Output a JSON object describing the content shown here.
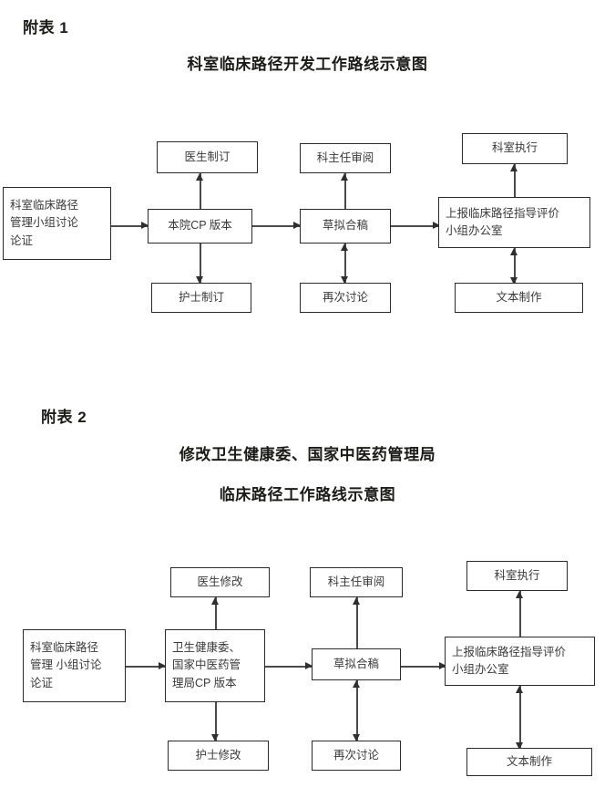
{
  "document": {
    "background_color": "#ffffff",
    "text_color": "#1b1b18",
    "box_border_color": "#2b2b2b",
    "connector_color": "#4a4a4a"
  },
  "sections": [
    {
      "appendix_label": "附表 1",
      "title_lines": [
        "科室临床路径开发工作路线示意图"
      ],
      "nodes": {
        "start": "科室临床路径\n管理小组讨论\n论证",
        "doctor": "医生制订",
        "nurse": "护士制订",
        "hospital_cp": "本院CP 版本",
        "director_review": "科主任审阅",
        "draft_merge": "草拟合稿",
        "rediscuss": "再次讨论",
        "report_office": "上报临床路径指导评价\n小组办公室",
        "dept_execute": "科室执行",
        "text_production": "文本制作"
      }
    },
    {
      "appendix_label": "附表 2",
      "title_lines": [
        "修改卫生健康委、国家中医药管理局",
        "临床路径工作路线示意图"
      ],
      "nodes": {
        "start": "科室临床路径\n管理 小组讨论\n论证",
        "doctor": "医生修改",
        "nurse": "护士修改",
        "national_cp": "卫生健康委、\n国家中医药管\n理局CP 版本",
        "director_review": "科主任审阅",
        "draft_merge": "草拟合稿",
        "rediscuss": "再次讨论",
        "report_office": "上报临床路径指导评价\n小组办公室",
        "dept_execute": "科室执行",
        "text_production": "文本制作"
      }
    }
  ],
  "chart_data": {
    "type": "diagram",
    "title": "科室临床路径开发工作路线示意图 / 修改卫生健康委、国家中医药管理局临床路径工作路线示意图",
    "diagrams": [
      {
        "id": "appendix-1",
        "label": "附表 1",
        "title": "科室临床路径开发工作路线示意图",
        "nodes": [
          "科室临床路径管理小组讨论论证",
          "医生制订",
          "本院CP 版本",
          "护士制订",
          "科主任审阅",
          "草拟合稿",
          "再次讨论",
          "科室执行",
          "上报临床路径指导评价小组办公室",
          "文本制作"
        ],
        "edges": [
          {
            "from": "科室临床路径管理小组讨论论证",
            "to": "本院CP 版本",
            "dir": "single"
          },
          {
            "from": "本院CP 版本",
            "to": "医生制订",
            "dir": "single"
          },
          {
            "from": "本院CP 版本",
            "to": "护士制订",
            "dir": "single"
          },
          {
            "from": "本院CP 版本",
            "to": "草拟合稿",
            "dir": "single"
          },
          {
            "from": "草拟合稿",
            "to": "科主任审阅",
            "dir": "single"
          },
          {
            "from": "草拟合稿",
            "to": "再次讨论",
            "dir": "double"
          },
          {
            "from": "草拟合稿",
            "to": "上报临床路径指导评价小组办公室",
            "dir": "single"
          },
          {
            "from": "上报临床路径指导评价小组办公室",
            "to": "科室执行",
            "dir": "single"
          },
          {
            "from": "上报临床路径指导评价小组办公室",
            "to": "文本制作",
            "dir": "double"
          }
        ]
      },
      {
        "id": "appendix-2",
        "label": "附表 2",
        "title": "修改卫生健康委、国家中医药管理局临床路径工作路线示意图",
        "nodes": [
          "科室临床路径管理 小组讨论论证",
          "医生修改",
          "卫生健康委、国家中医药管理局CP 版本",
          "护士修改",
          "科主任审阅",
          "草拟合稿",
          "再次讨论",
          "科室执行",
          "上报临床路径指导评价小组办公室",
          "文本制作"
        ],
        "edges": [
          {
            "from": "科室临床路径管理 小组讨论论证",
            "to": "卫生健康委、国家中医药管理局CP 版本",
            "dir": "single"
          },
          {
            "from": "卫生健康委、国家中医药管理局CP 版本",
            "to": "医生修改",
            "dir": "single"
          },
          {
            "from": "卫生健康委、国家中医药管理局CP 版本",
            "to": "护士修改",
            "dir": "single"
          },
          {
            "from": "卫生健康委、国家中医药管理局CP 版本",
            "to": "草拟合稿",
            "dir": "single"
          },
          {
            "from": "草拟合稿",
            "to": "科主任审阅",
            "dir": "single"
          },
          {
            "from": "草拟合稿",
            "to": "再次讨论",
            "dir": "double"
          },
          {
            "from": "草拟合稿",
            "to": "上报临床路径指导评价小组办公室",
            "dir": "single"
          },
          {
            "from": "上报临床路径指导评价小组办公室",
            "to": "科室执行",
            "dir": "single"
          },
          {
            "from": "上报临床路径指导评价小组办公室",
            "to": "文本制作",
            "dir": "single"
          }
        ]
      }
    ]
  }
}
